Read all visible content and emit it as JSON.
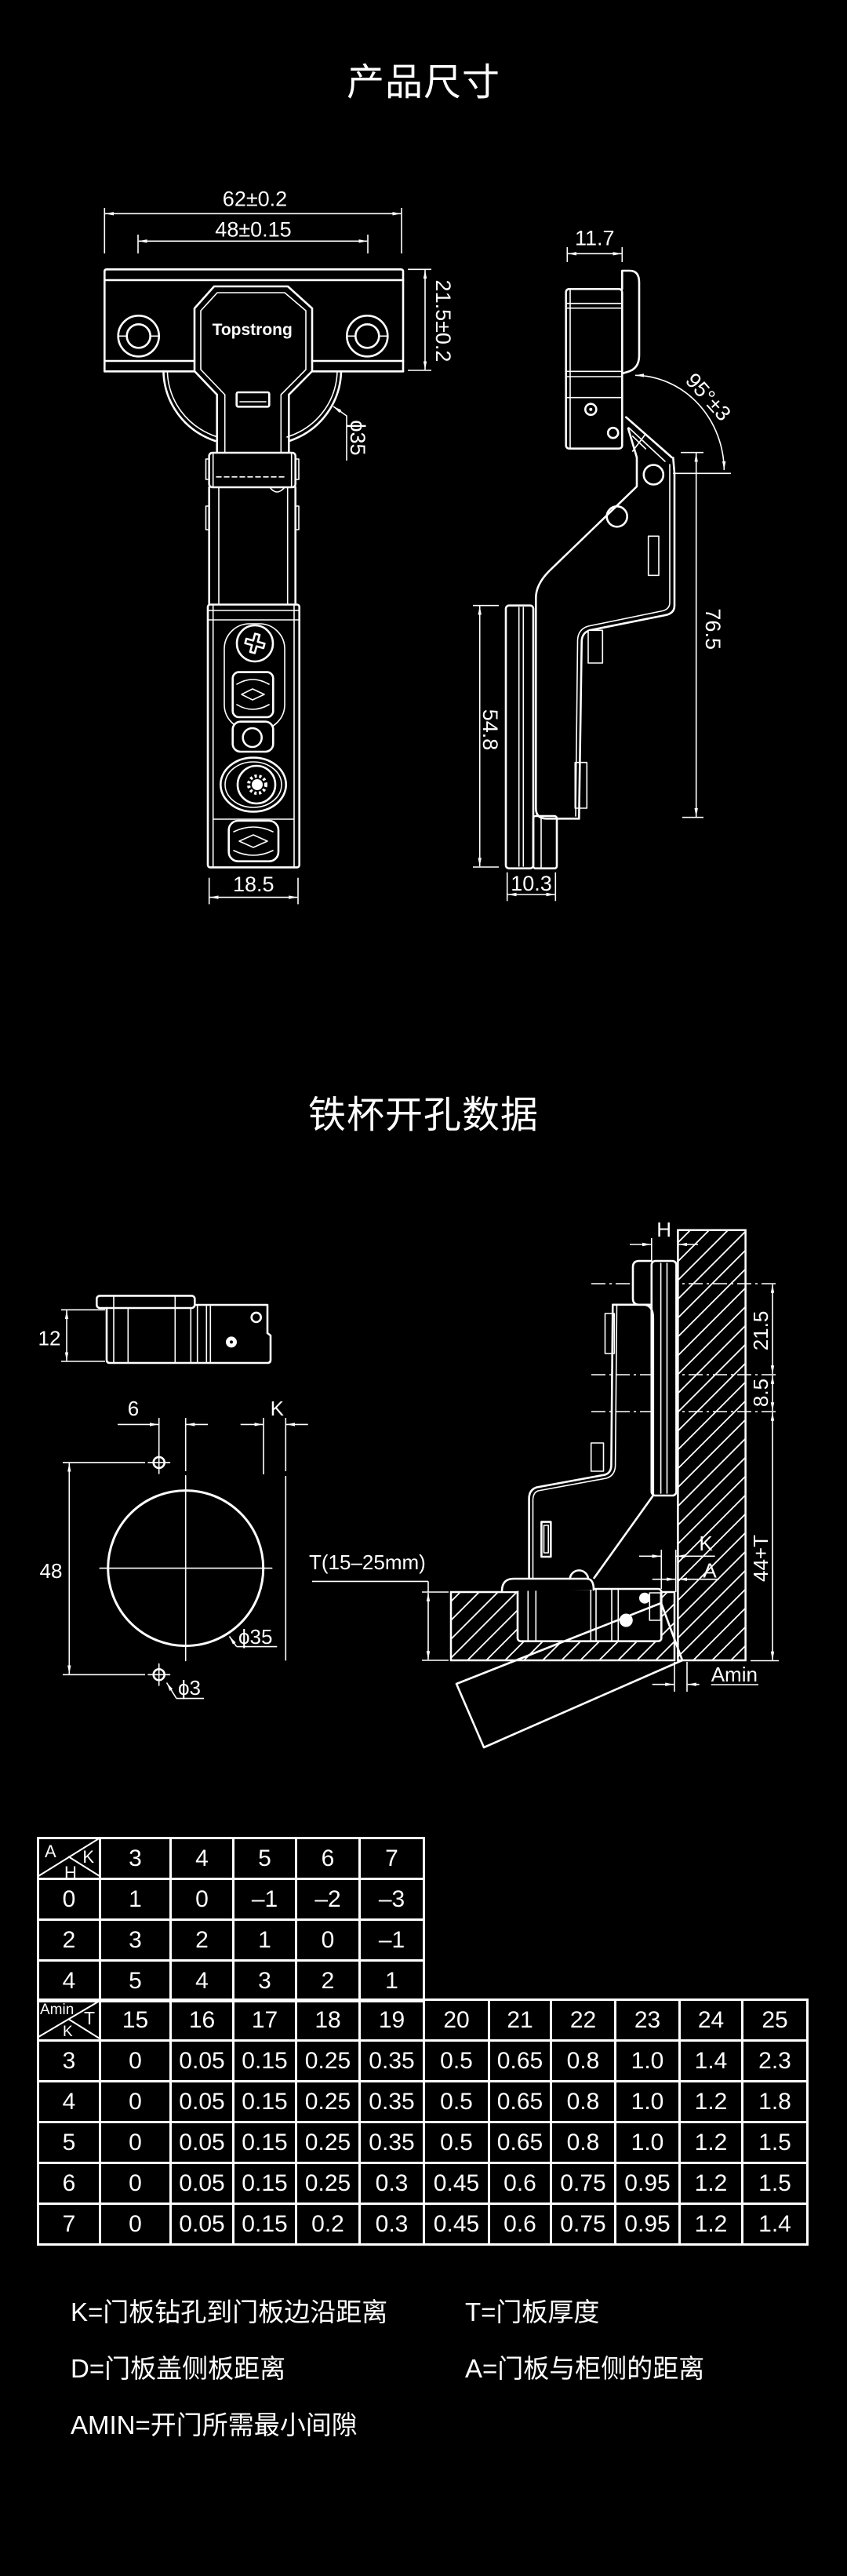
{
  "colors": {
    "background": "#000000",
    "line": "#ffffff"
  },
  "section_dimensions": {
    "title": "产品尺寸",
    "front_view": {
      "logo_text": "Topstrong",
      "dim_overall_width": "62±0.2",
      "dim_hole_spacing": "48±0.15",
      "dim_plate_height": "21.5±0.2",
      "dim_cup_diameter": "ϕ35",
      "dim_arm_width": "18.5"
    },
    "side_view": {
      "dim_cup_depth": "11.7",
      "dim_opening_angle": "95°±3",
      "dim_arm_length": "76.5",
      "dim_plate_length": "54.8",
      "dim_plate_thickness": "10.3"
    }
  },
  "section_drilling": {
    "title": "铁杯开孔数据",
    "cup_side_view": {
      "dim_cup_height": "12"
    },
    "drilling_pattern": {
      "dim_screw_offset": "6",
      "dim_edge_distance": "K",
      "dim_screw_spacing": "48",
      "dim_cup_hole": "ϕ35",
      "dim_screw_hole": "ϕ3"
    },
    "installation_view": {
      "label_h": "H",
      "label_door_thickness": "T(15–25mm)",
      "dim_upper": "21.5",
      "dim_middle": "8.5",
      "dim_lower": "44+T",
      "label_k": "K",
      "label_a": "A",
      "label_amin": "Amin"
    }
  },
  "table_overlay": {
    "corner": {
      "top_left": "A",
      "top_right": "K",
      "bottom": "H"
    },
    "columns": [
      "3",
      "4",
      "5",
      "6",
      "7"
    ],
    "rows": [
      {
        "label": "0",
        "values": [
          "1",
          "0",
          "–1",
          "–2",
          "–3"
        ]
      },
      {
        "label": "2",
        "values": [
          "3",
          "2",
          "1",
          "0",
          "–1"
        ]
      },
      {
        "label": "4",
        "values": [
          "5",
          "4",
          "3",
          "2",
          "1"
        ]
      }
    ]
  },
  "table_amin": {
    "corner": {
      "top_left": "Amin",
      "top_right": "T",
      "bottom": "K"
    },
    "columns": [
      "15",
      "16",
      "17",
      "18",
      "19",
      "20",
      "21",
      "22",
      "23",
      "24",
      "25"
    ],
    "rows": [
      {
        "label": "3",
        "values": [
          "0",
          "0.05",
          "0.15",
          "0.25",
          "0.35",
          "0.5",
          "0.65",
          "0.8",
          "1.0",
          "1.4",
          "2.3"
        ]
      },
      {
        "label": "4",
        "values": [
          "0",
          "0.05",
          "0.15",
          "0.25",
          "0.35",
          "0.5",
          "0.65",
          "0.8",
          "1.0",
          "1.2",
          "1.8"
        ]
      },
      {
        "label": "5",
        "values": [
          "0",
          "0.05",
          "0.15",
          "0.25",
          "0.35",
          "0.5",
          "0.65",
          "0.8",
          "1.0",
          "1.2",
          "1.5"
        ]
      },
      {
        "label": "6",
        "values": [
          "0",
          "0.05",
          "0.15",
          "0.25",
          "0.3",
          "0.45",
          "0.6",
          "0.75",
          "0.95",
          "1.2",
          "1.5"
        ]
      },
      {
        "label": "7",
        "values": [
          "0",
          "0.05",
          "0.15",
          "0.2",
          "0.3",
          "0.45",
          "0.6",
          "0.75",
          "0.95",
          "1.2",
          "1.4"
        ]
      }
    ]
  },
  "legend": {
    "items": [
      {
        "text": "K=门板钻孔到门板边沿距离"
      },
      {
        "text": "T=门板厚度"
      },
      {
        "text": "D=门板盖侧板距离"
      },
      {
        "text": "A=门板与柜侧的距离"
      },
      {
        "text": "AMIN=开门所需最小间隙"
      }
    ]
  }
}
